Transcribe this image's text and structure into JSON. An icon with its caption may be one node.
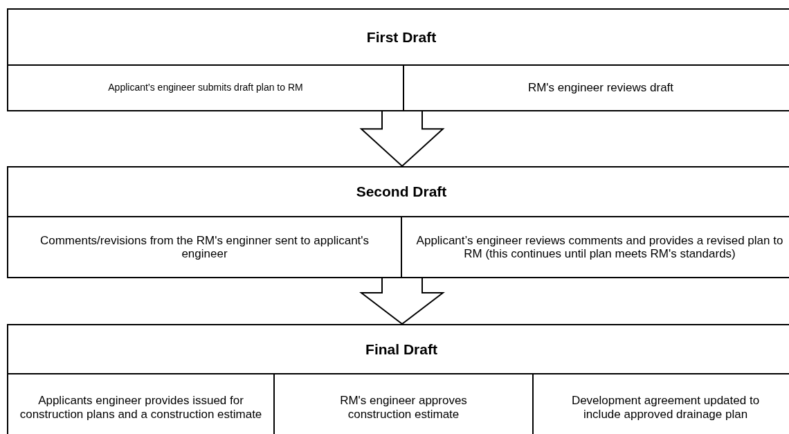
{
  "diagram": {
    "nodes": [
      {
        "text": [
          "First Draft"
        ]
      },
      {
        "text": [
          "Applicant’s engineer submits draft plan to RM"
        ],
        "in": 0
      },
      {
        "text": [
          "RM's engineer reviews draft"
        ],
        "in": 0
      },
      {
        "text": [
          "Second Draft"
        ]
      },
      {
        "text": [
          "Comments/revisions from the RM's enginner sent to applicant's engineer"
        ],
        "in": 3
      },
      {
        "text": [
          "Applicant’s engineer reviews comments and provides a revised plan to RM (this continues until plan meets RM's standards)"
        ],
        "in": 3
      },
      {
        "text": [
          "Final Draft"
        ]
      },
      {
        "text": [
          "Applicants engineer provides issued for construction plans and a construction estimate"
        ],
        "in": 6
      },
      {
        "text": [
          "RM's engineer approves construction estimate"
        ],
        "in": 6
      },
      {
        "text": [
          "Development agreement updated to include approved drainage plan"
        ],
        "in": 6
      }
    ],
    "edges": [
      {
        "from": 0,
        "to": 3,
        "arrow": "to"
      },
      {
        "from": 3,
        "to": 6,
        "arrow": "to"
      }
    ]
  }
}
